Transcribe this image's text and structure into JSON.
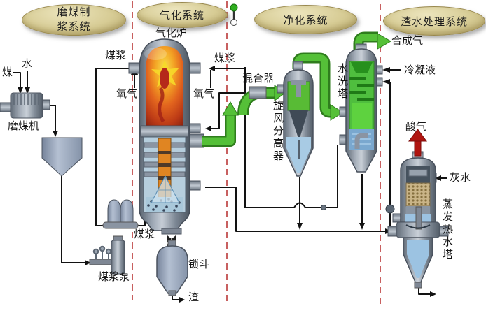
{
  "systems": {
    "grinding": "磨煤制浆系统",
    "gasification": "气化系统",
    "purification": "净化系统",
    "slag_water": "渣水处理系统"
  },
  "labels": {
    "coal": "煤",
    "water": "水",
    "coal_mill": "磨煤机",
    "coal_slurry": "煤浆",
    "oxygen": "氧气",
    "gasifier": "气化炉",
    "mixer": "混合器",
    "cyclone": "旋风分高器",
    "wash_tower": "水洗塔",
    "syngas": "合成气",
    "condensate": "冷凝液",
    "slurry_pump": "煤浆泵",
    "lock_hopper": "锁斗",
    "slag": "渣",
    "acid_gas": "酸气",
    "ash_water": "灰水",
    "evap_hot_water_tower": "蒸发热水塔"
  },
  "colors": {
    "pipe_green": "#4eb332",
    "separator_red": "#c86060",
    "acid_gas_red": "#b01510",
    "oval_beige": "#d7cc95"
  }
}
